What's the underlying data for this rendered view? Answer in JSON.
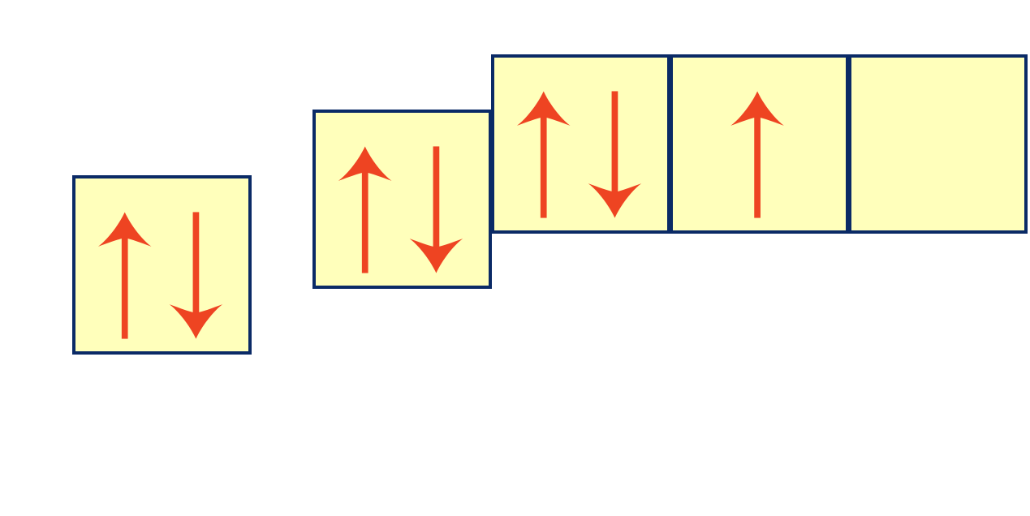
{
  "colors": {
    "box_fill": "#ffffbb",
    "box_border": "#0a2a66",
    "arrow": "#ee4422",
    "background": "#ffffff"
  },
  "orbitals": [
    {
      "id": "orb-1s",
      "electrons": [
        "up",
        "down"
      ]
    },
    {
      "id": "orb-2s",
      "electrons": [
        "up",
        "down"
      ]
    },
    {
      "id": "orb-2p-x",
      "electrons": [
        "up",
        "down"
      ]
    },
    {
      "id": "orb-2p-y",
      "electrons": [
        "up"
      ]
    },
    {
      "id": "orb-2p-z",
      "electrons": []
    }
  ]
}
